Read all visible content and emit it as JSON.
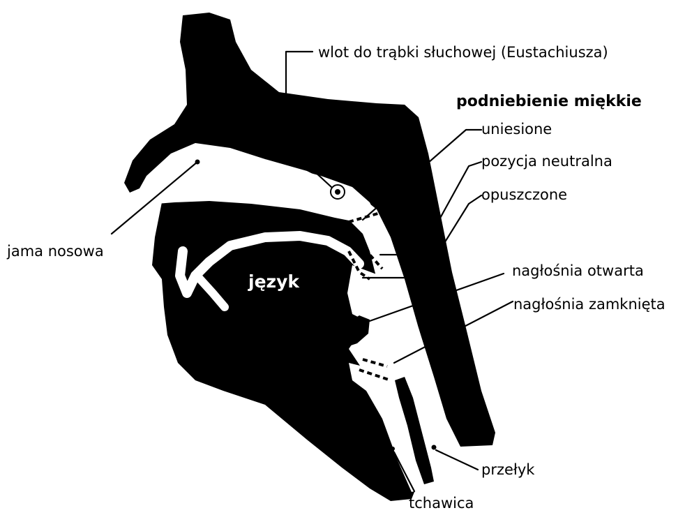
{
  "diagram": {
    "labels": {
      "eustachian": "wlot do trąbki słuchowej (Eustachiusza)",
      "soft_palate_heading": "podniebienie miękkie",
      "raised": "uniesione",
      "neutral": "pozycja neutralna",
      "lowered": "opuszczone",
      "nasal_cavity": "jama nosowa",
      "tongue": "język",
      "epiglottis_open": "nagłośnia otwarta",
      "epiglottis_closed": "nagłośnia zamknięta",
      "esophagus": "przełyk",
      "trachea": "tchawica"
    },
    "colors": {
      "tissue": "#000000",
      "cavity": "#ffffff",
      "text": "#000000"
    }
  }
}
